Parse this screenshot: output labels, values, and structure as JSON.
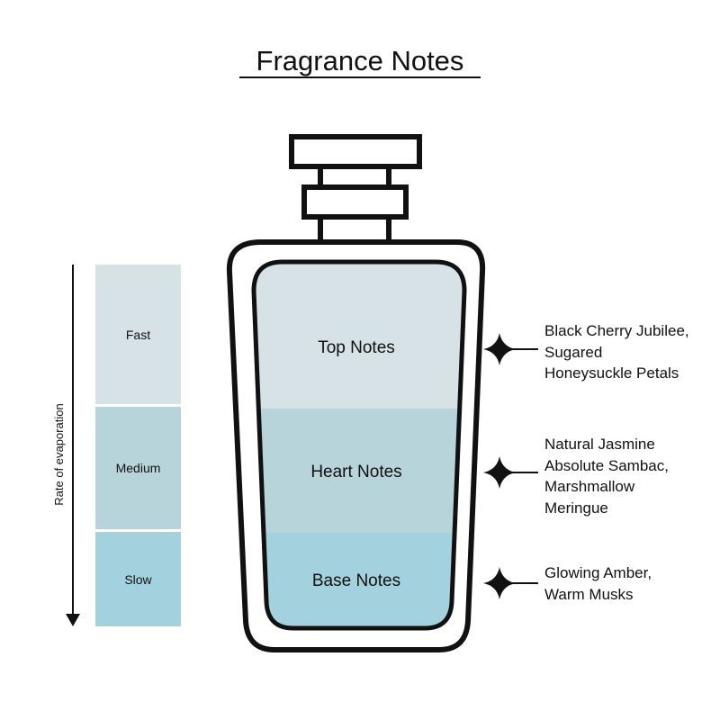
{
  "title": "Fragrance Notes",
  "scale": {
    "label": "Rate of evaporation",
    "segments": [
      {
        "label": "Fast",
        "color": "#d6e2e5"
      },
      {
        "label": "Medium",
        "color": "#b7d4da"
      },
      {
        "label": "Slow",
        "color": "#a3d2de"
      }
    ]
  },
  "layers": [
    {
      "name": "Top Notes",
      "color": "#d6e2e5",
      "icon": "four-point-star-icon",
      "notes": [
        "Black Cherry Jubilee,",
        "Sugared",
        "Honeysuckle Petals"
      ]
    },
    {
      "name": "Heart Notes",
      "color": "#b7d4da",
      "icon": "four-point-star-icon",
      "notes": [
        "Natural Jasmine",
        "Absolute Sambac,",
        "Marshmallow",
        "Meringue"
      ]
    },
    {
      "name": "Base Notes",
      "color": "#a3d2de",
      "icon": "four-point-star-icon",
      "notes": [
        "Glowing Amber,",
        "Warm Musks"
      ]
    }
  ]
}
